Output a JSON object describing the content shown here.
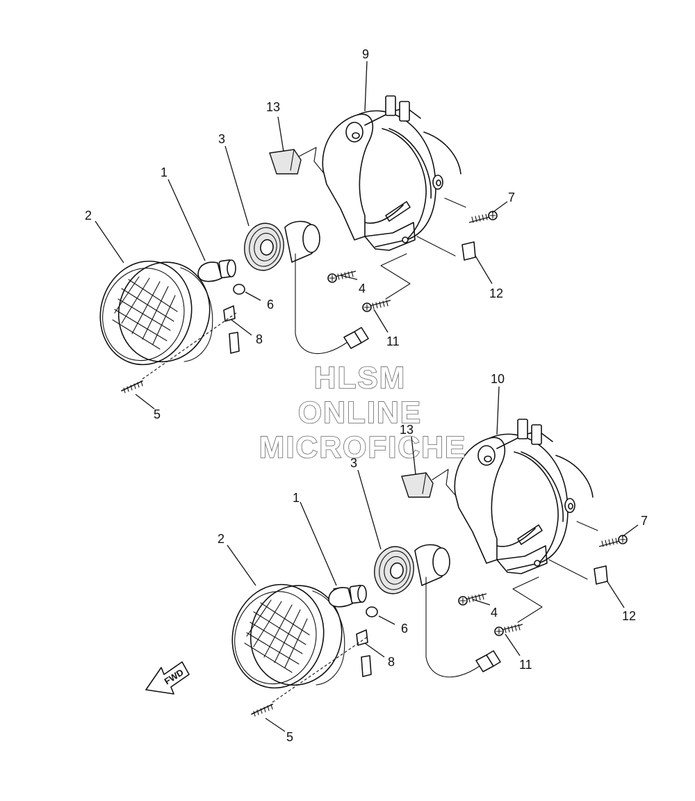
{
  "watermark": {
    "line1": "HLSM",
    "line2": "ONLINE",
    "line3": "MICROFICHE"
  },
  "fwd_label": "FWD",
  "upper": {
    "c1": "1",
    "c2": "2",
    "c3": "3",
    "c4": "4",
    "c5": "5",
    "c6": "6",
    "c7": "7",
    "c8": "8",
    "c9": "9",
    "c11": "11",
    "c12": "12",
    "c13": "13"
  },
  "lower": {
    "c1": "1",
    "c2": "2",
    "c3": "3",
    "c4": "4",
    "c5": "5",
    "c6": "6",
    "c7": "7",
    "c8": "8",
    "c10": "10",
    "c11": "11",
    "c12": "12",
    "c13": "13"
  }
}
